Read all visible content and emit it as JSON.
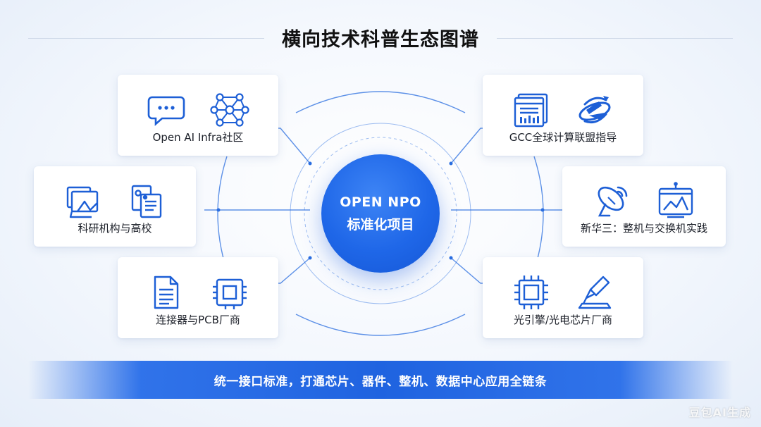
{
  "title": "横向技术科普生态图谱",
  "hub": {
    "line1": "OPEN NPO",
    "line2": "标准化项目"
  },
  "nodes": [
    {
      "label": "Open AI Infra社区",
      "icons": [
        "chat-bubble-icon",
        "neural-network-icon"
      ]
    },
    {
      "label": "科研机构与高校",
      "icons": [
        "documents-icon",
        "research-paper-icon"
      ]
    },
    {
      "label": "连接器与PCB厂商",
      "icons": [
        "document-icon",
        "chip-icon"
      ]
    },
    {
      "label": "GCC全球计算联盟指导",
      "icons": [
        "dashboard-chart-icon",
        "globe-network-icon"
      ]
    },
    {
      "label": "新华三：整机与交换机实践",
      "icons": [
        "satellite-dish-icon",
        "monitor-chart-icon"
      ]
    },
    {
      "label": "光引擎/光电芯片厂商",
      "icons": [
        "processor-icon",
        "fiber-pen-icon"
      ]
    }
  ],
  "banner": "统一接口标准，打通芯片、器件、整机、数据中心应用全链条",
  "watermark": "豆包AI生成",
  "colors": {
    "accent": "#1f67e8",
    "icon": "#1d5fd6",
    "line": "#2a6ee0"
  }
}
